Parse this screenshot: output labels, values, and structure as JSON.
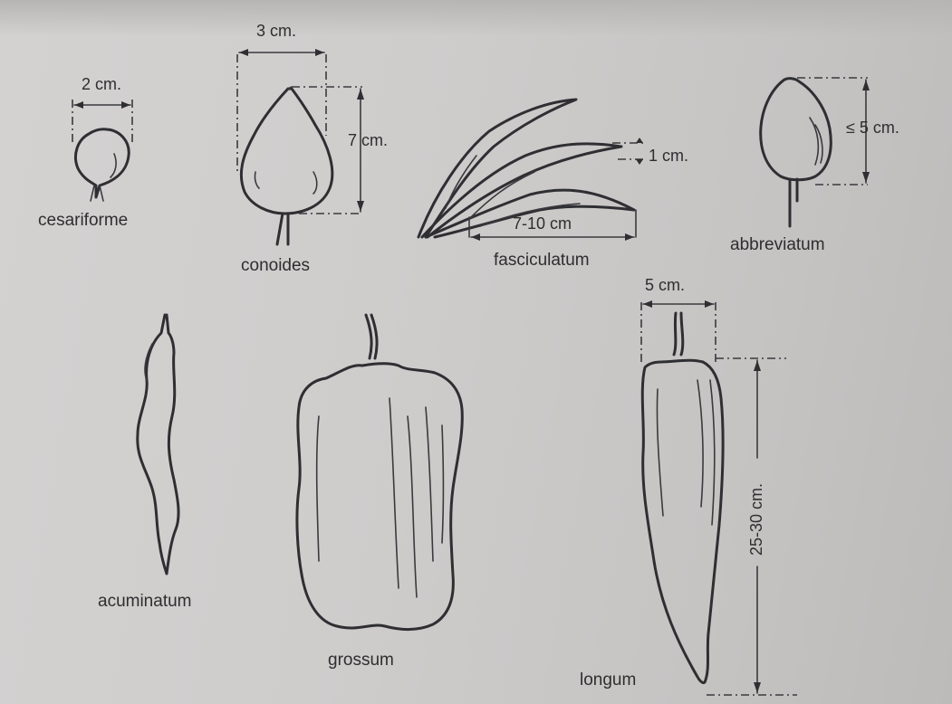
{
  "forms": [
    {
      "id": "cesariforme",
      "name": "cesariforme",
      "dimension": "2 cm."
    },
    {
      "id": "conoides",
      "name": "conoides",
      "dimensions": [
        "3 cm.",
        "7 cm."
      ]
    },
    {
      "id": "fasciculatum",
      "name": "fasciculatum",
      "dimensions": [
        "1 cm.",
        "7-10 cm"
      ]
    },
    {
      "id": "abbreviatum",
      "name": "abbreviatum",
      "dimension": "≤ 5 cm."
    },
    {
      "id": "acuminatum",
      "name": "acuminatum"
    },
    {
      "id": "grossum",
      "name": "grossum"
    },
    {
      "id": "longum",
      "name": "longum",
      "dimensions": [
        "5 cm.",
        "25-30 cm."
      ]
    }
  ]
}
